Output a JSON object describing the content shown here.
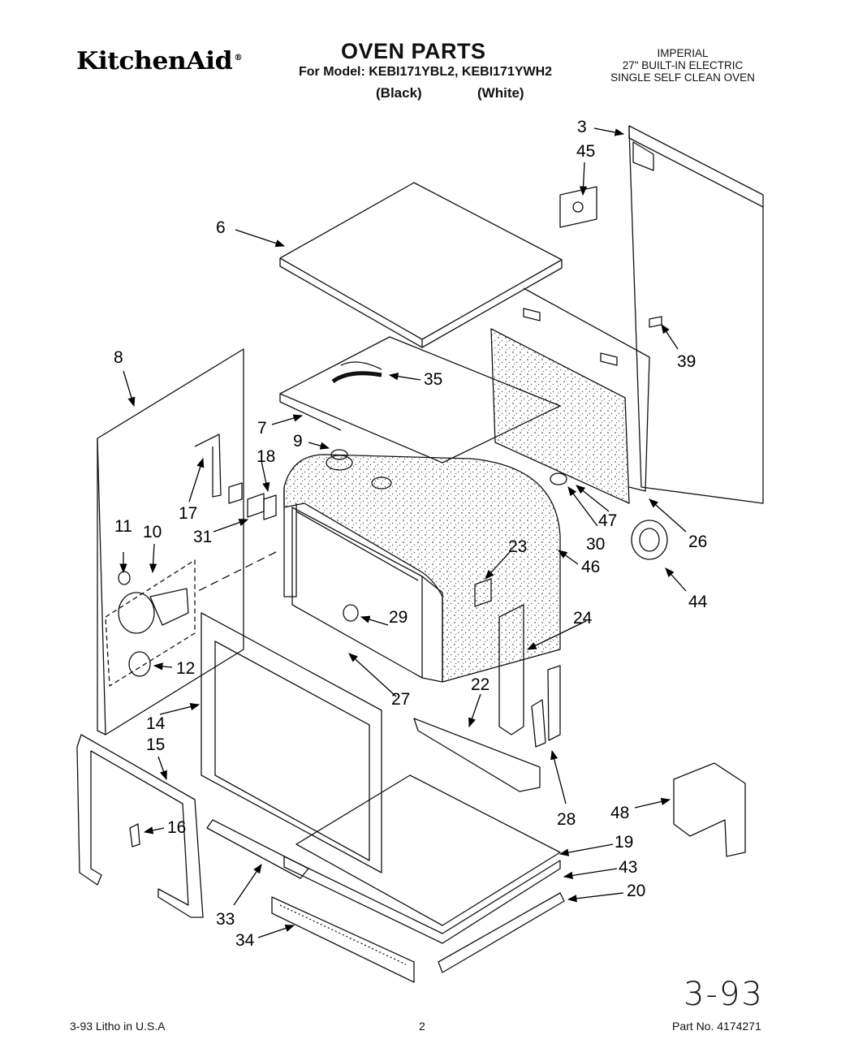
{
  "header": {
    "brand": "KitchenAid",
    "title": "OVEN PARTS",
    "model_line": "For Model: KEBI171YBL2, KEBI171YWH2",
    "variant_black": "(Black)",
    "variant_white": "(White)",
    "spec_lines": [
      "IMPERIAL",
      "27\" BUILT-IN ELECTRIC",
      "SINGLE SELF CLEAN OVEN"
    ]
  },
  "callouts": [
    "3",
    "45",
    "6",
    "39",
    "8",
    "35",
    "7",
    "9",
    "18",
    "17",
    "31",
    "11",
    "10",
    "47",
    "30",
    "26",
    "23",
    "46",
    "44",
    "29",
    "24",
    "12",
    "27",
    "22",
    "14",
    "15",
    "16",
    "28",
    "48",
    "19",
    "43",
    "20",
    "33",
    "34"
  ],
  "handwritten_date": "3-93",
  "footer": {
    "left": "3-93  Litho in U.S.A",
    "page_number": "2",
    "part_number": "Part No. 4174271"
  },
  "colors": {
    "ink": "#111111",
    "paper": "#ffffff",
    "stipple": "#555555"
  }
}
